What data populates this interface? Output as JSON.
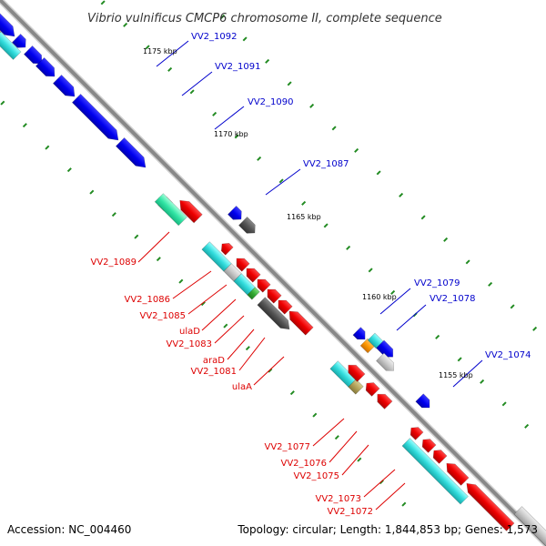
{
  "title": "Vibrio vulnificus CMCP6 chromosome II, complete sequence",
  "footer": {
    "accession": "Accession: NC_004460",
    "summary": "Topology: circular; Length: 1,844,853 bp; Genes: 1,573"
  },
  "colors": {
    "forward_label": "#0000cc",
    "reverse_label": "#dd0000",
    "ruler": "#228b22",
    "backbone": "#888888"
  },
  "kbp_marks": [
    "1175 kbp",
    "1170 kbp",
    "1165 kbp",
    "1160 kbp",
    "1155 kbp"
  ],
  "gene_labels": {
    "forward": [
      "VV2_1092",
      "VV2_1091",
      "VV2_1090",
      "VV2_1087",
      "VV2_1079",
      "VV2_1078",
      "VV2_1074"
    ],
    "reverse": [
      "VV2_1089",
      "VV2_1086",
      "VV2_1085",
      "ulaD",
      "VV2_1083",
      "araD",
      "VV2_1081",
      "ulaA",
      "VV2_1077",
      "VV2_1076",
      "VV2_1075",
      "VV2_1073",
      "VV2_1072"
    ]
  }
}
